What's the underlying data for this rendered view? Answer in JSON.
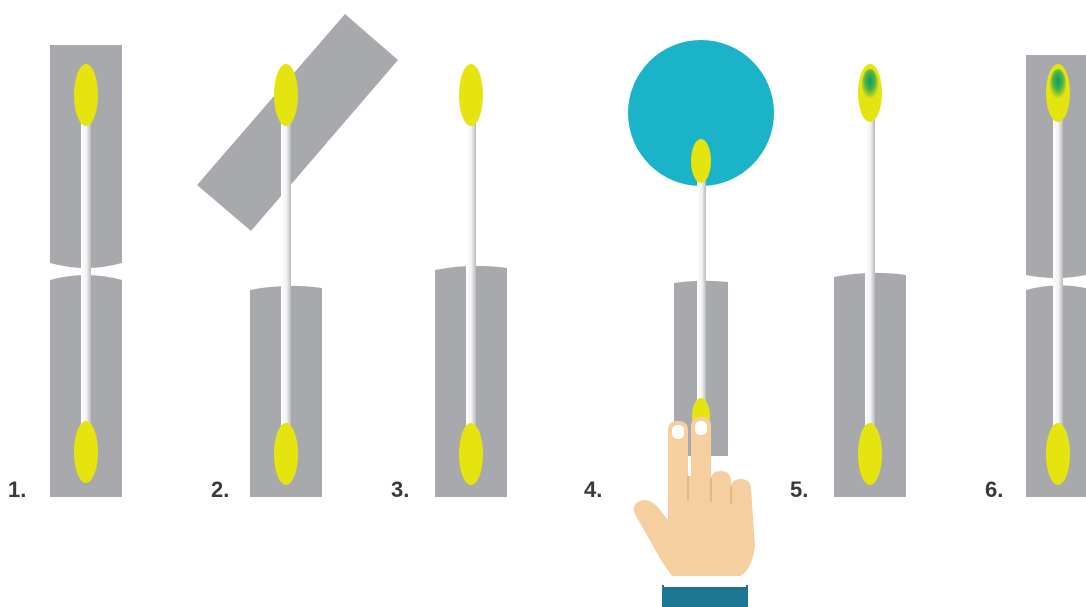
{
  "colors": {
    "sleeve": "#a7a9ac",
    "tip": "#e6e40e",
    "stick_light": "#ffffff",
    "stick_shadow": "#b7b9bc",
    "sample_circle": "#1ab3c7",
    "stain": "#0f9a63",
    "skin": "#f5cfa0",
    "cuff": "#ffffff",
    "sleeve_cloth": "#1c7591"
  },
  "steps": [
    {
      "label": "1.",
      "icon": "sealed-swab-package-icon"
    },
    {
      "label": "2.",
      "icon": "opening-package-icon"
    },
    {
      "label": "3.",
      "icon": "swab-partly-unwrapped-icon"
    },
    {
      "label": "4.",
      "icon": "swab-sampling-hand-icon"
    },
    {
      "label": "5.",
      "icon": "stained-swab-icon"
    },
    {
      "label": "6.",
      "icon": "resealed-stained-swab-icon"
    }
  ]
}
